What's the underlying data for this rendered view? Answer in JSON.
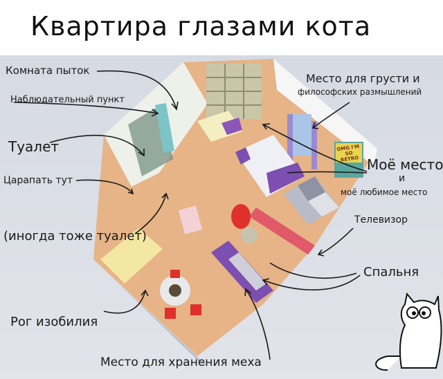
{
  "title": "Квартира глазами кота",
  "labels": {
    "torture_room": "Комната пыток",
    "observation_post": "Наблюдательный пункт",
    "toilet": "Туалет",
    "scratch_here": "Царапать тут",
    "sometimes_toilet": "(иногда тоже туалет)",
    "cornucopia": "Рог изобилия",
    "fur_storage": "Место для хранения меха",
    "sadness_place_1": "Место для грусти и",
    "sadness_place_2": "философских размышлений",
    "my_place": "Моё место",
    "and": "и",
    "favorite_place": "моё любимое место",
    "tv": "Телевизор",
    "bedroom": "Спальня"
  },
  "poster_text": "OMG I'M SO RETRO",
  "colors": {
    "floor": "#e6b487",
    "wall": "#f3f3f1",
    "purple": "#7d4fb0",
    "red": "#e0302c",
    "background": "#d9dde5"
  }
}
